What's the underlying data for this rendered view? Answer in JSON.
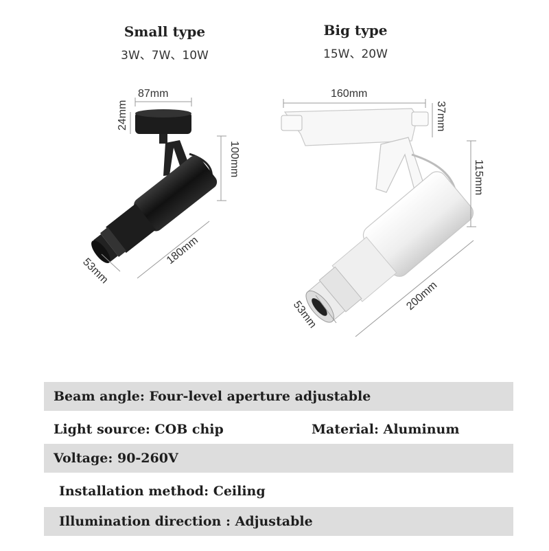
{
  "small": {
    "title": "Small type",
    "powers": "3W、7W、10W"
  },
  "big": {
    "title": "Big type",
    "powers": "15W、20W"
  },
  "dimensions": {
    "small_width": "87mm",
    "small_height_base": "24mm",
    "small_height": "100mm",
    "small_length": "180mm",
    "small_diameter": "53mm",
    "big_width": "160mm",
    "big_height_base": "37mm",
    "big_height": "115mm",
    "big_length": "200mm",
    "big_diameter": "53mm"
  },
  "specs": {
    "beam_angle": "Beam angle: Four-level aperture adjustable",
    "light_source": "Light source: COB chip",
    "material": "Material: Aluminum",
    "voltage": "Voltage: 90-260V",
    "installation": "Installation method: Ceiling",
    "direction": "Illumination direction : Adjustable"
  },
  "colors": {
    "spec_band": "#dddddd",
    "lamp_black": "#1a1a1a",
    "lamp_white": "#f4f4f4"
  }
}
